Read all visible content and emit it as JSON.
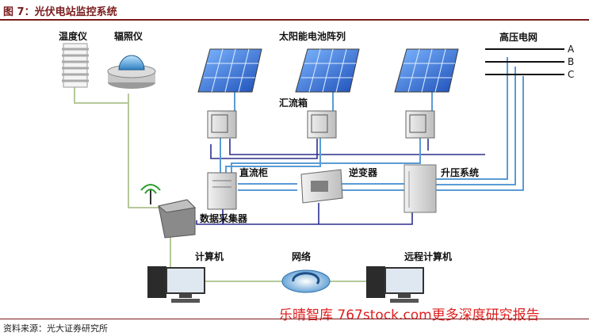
{
  "title": "图 7：光伏电站监控系统",
  "source": "资料来源：光大证券研究所",
  "watermark": "乐晴智库 767stock.com更多深度研究报告",
  "labels": {
    "thermometer": "温度仪",
    "irradiance": "辐照仪",
    "pv_array": "太阳能电池阵列",
    "grid": "高压电网",
    "phase_a": "A",
    "phase_b": "B",
    "phase_c": "C",
    "combiner": "汇流箱",
    "dc_cabinet": "直流柜",
    "inverter": "逆变器",
    "transformer": "升压系统",
    "data_collector": "数据采集器",
    "computer": "计算机",
    "network": "网络",
    "remote_computer": "远程计算机"
  },
  "colors": {
    "title": "#7a1b1b",
    "watermark": "#e01e1e",
    "sensor_line": "#b5c99a",
    "data_line": "#2b2f8c",
    "power_line": "#5b9bd5"
  }
}
